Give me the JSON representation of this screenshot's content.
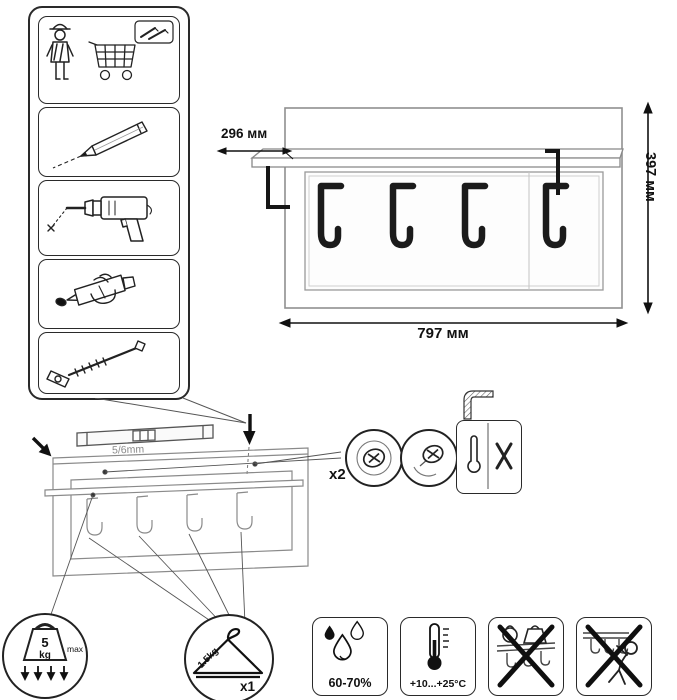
{
  "dimensions": {
    "depth": "296 мм",
    "height": "397 мм",
    "width": "797 мм"
  },
  "installation": {
    "drill": "5/6mm",
    "fasteners": "x2"
  },
  "load": {
    "shelf_value": "5",
    "shelf_unit": "kg",
    "shelf_max": "max",
    "hook_weight": "1.5kg",
    "hook_count": "x1"
  },
  "conditions": {
    "humidity": "60-70%",
    "temperature": "+10...+25°C"
  },
  "colors": {
    "ink": "#1b1b1b",
    "outline": "#8a8a8a"
  },
  "icons": {
    "tools": [
      "worker-person",
      "shopping-cart",
      "pencil",
      "drill",
      "glue-anchor",
      "screw-fastener"
    ],
    "fasteners": [
      "keyhole-screw",
      "keyhole-plate",
      "hidden-bracket",
      "keyhole-slot",
      "not-allowed-x"
    ],
    "warnings": [
      "spirit-level",
      "water-drops",
      "thermometer",
      "no-heavy-load",
      "no-pulling"
    ],
    "badges": [
      "max-weight",
      "clothes-hanger"
    ]
  }
}
